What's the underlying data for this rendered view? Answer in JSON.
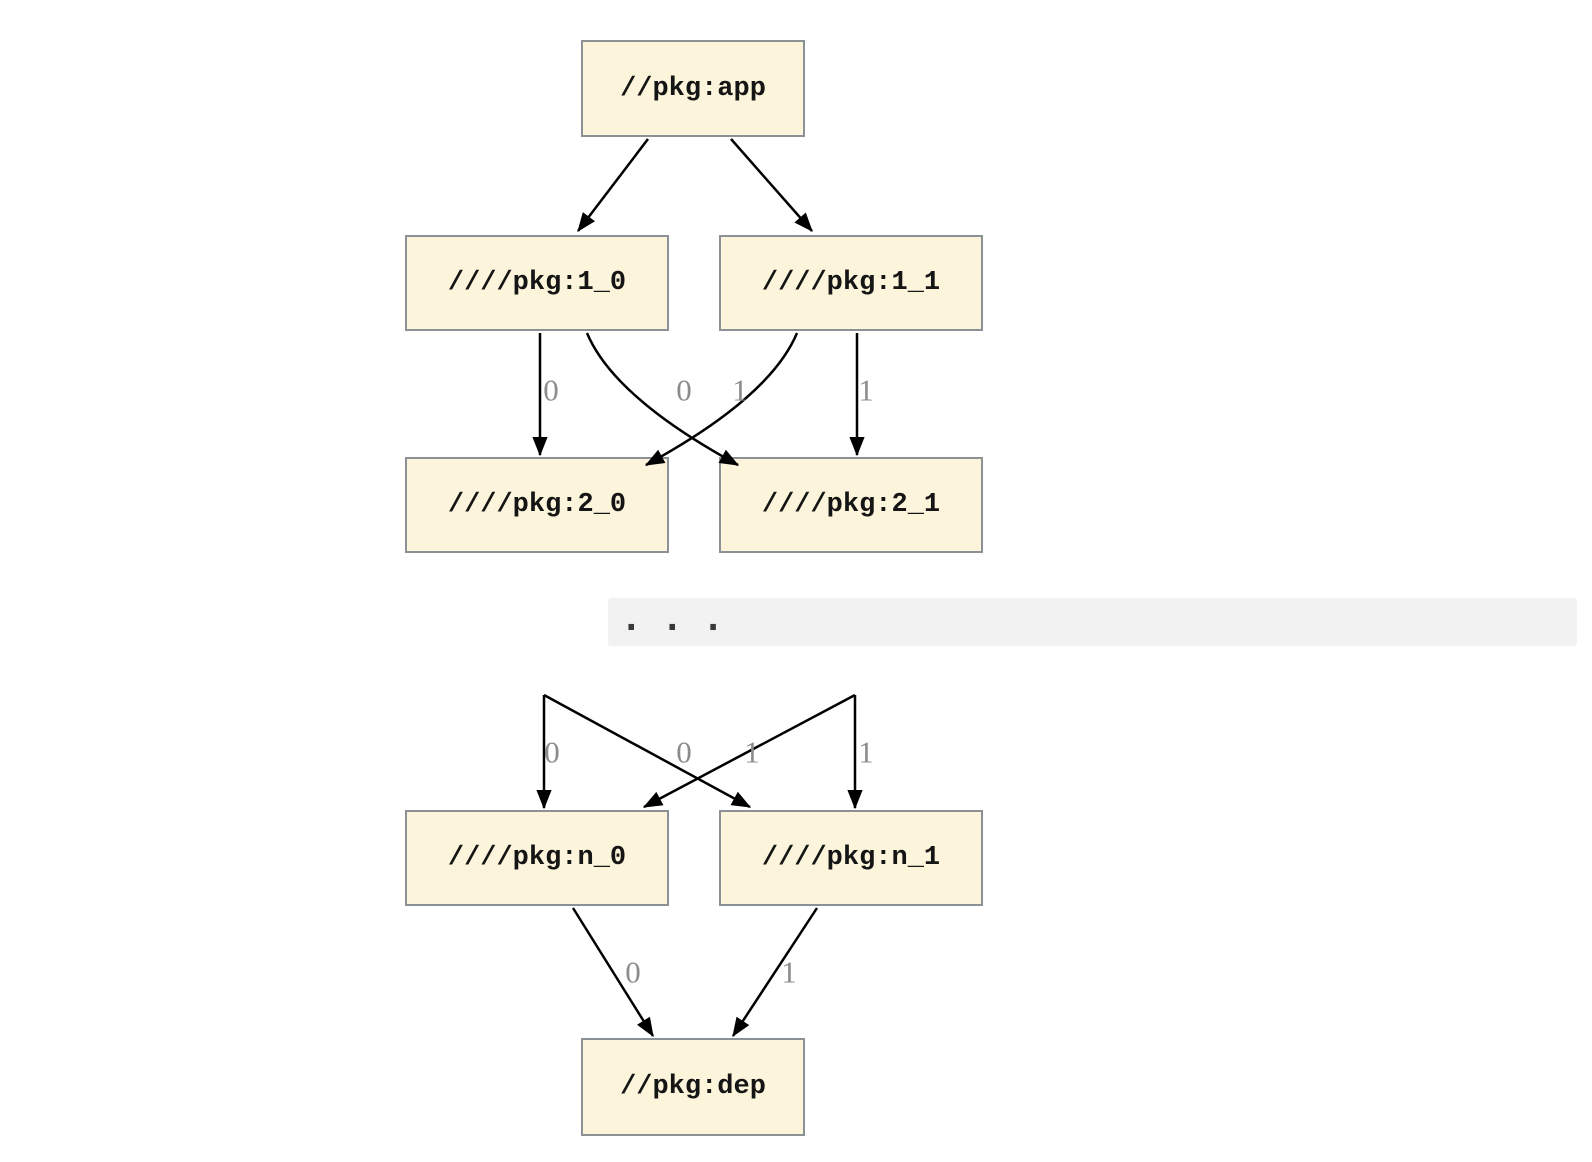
{
  "colors": {
    "node_fill": "#FCF5DC",
    "node_border": "#8C9196",
    "edge": "#000000",
    "edge_label": "#8C8C8C",
    "ellipsis_bar_bg": "#F2F2F2",
    "ellipsis_dots": "#3A3A3A",
    "background": "#FFFFFF"
  },
  "graph": {
    "nodes": {
      "app": "//pkg:app",
      "l1_0": "////pkg:1_0",
      "l1_1": "////pkg:1_1",
      "l2_0": "////pkg:2_0",
      "l2_1": "////pkg:2_1",
      "ln_0": "////pkg:n_0",
      "ln_1": "////pkg:n_1",
      "dep": "//pkg:dep"
    },
    "ellipsis": ". . .",
    "edges": [
      {
        "from": "//pkg:app",
        "to": "////pkg:1_0",
        "label": ""
      },
      {
        "from": "//pkg:app",
        "to": "////pkg:1_1",
        "label": ""
      },
      {
        "from": "////pkg:1_0",
        "to": "////pkg:2_0",
        "label": "0"
      },
      {
        "from": "////pkg:1_1",
        "to": "////pkg:2_0",
        "label": "0"
      },
      {
        "from": "////pkg:1_0",
        "to": "////pkg:2_1",
        "label": "1"
      },
      {
        "from": "////pkg:1_1",
        "to": "////pkg:2_1",
        "label": "1"
      },
      {
        "from": "",
        "to": "////pkg:n_0",
        "label": "0"
      },
      {
        "from": "",
        "to": "////pkg:n_0",
        "label": "0"
      },
      {
        "from": "",
        "to": "////pkg:n_1",
        "label": "1"
      },
      {
        "from": "",
        "to": "////pkg:n_1",
        "label": "1"
      },
      {
        "from": "////pkg:n_0",
        "to": "//pkg:dep",
        "label": "0"
      },
      {
        "from": "////pkg:n_1",
        "to": "//pkg:dep",
        "label": "1"
      }
    ]
  }
}
